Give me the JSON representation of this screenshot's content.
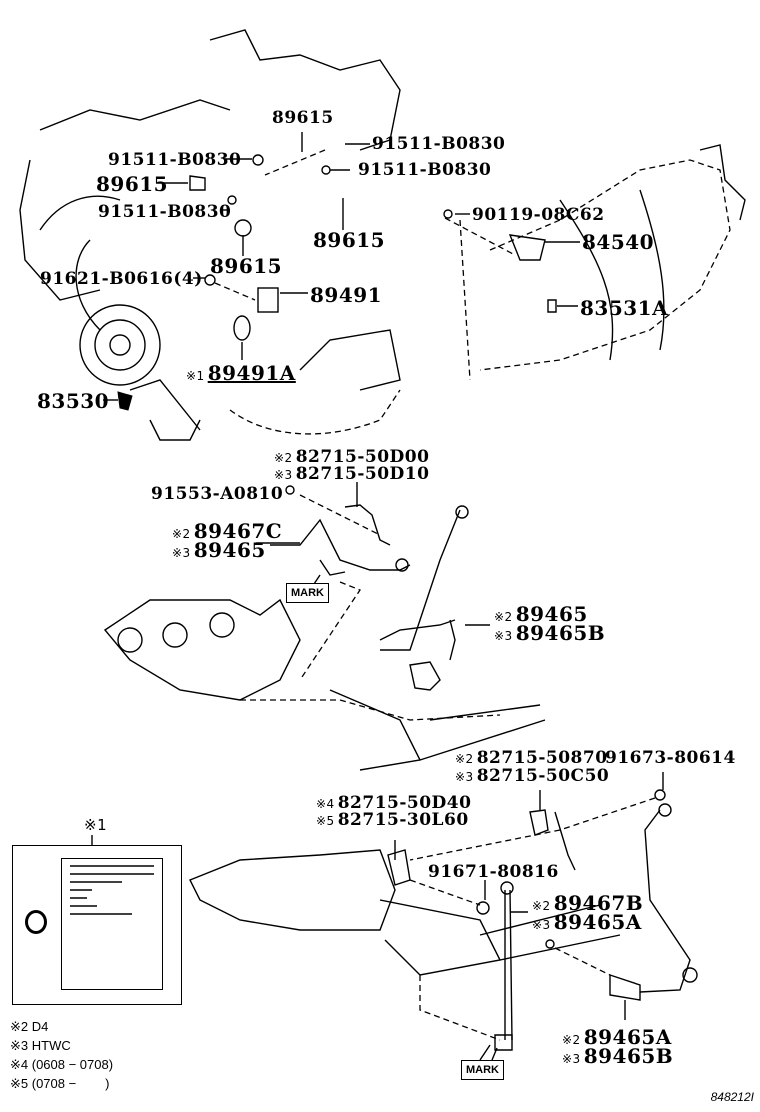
{
  "diagram": {
    "title_code": "848212I",
    "upper_group": {
      "labels": {
        "p89615_top": "89615",
        "bolt_top_right": "91511-B0830",
        "bolt_left_1": "91511-B0830",
        "p89615_left": "89615",
        "bolt_right_2": "91511-B0830",
        "bolt_left_2": "91511-B0830",
        "p89615_right": "89615",
        "p89615_bottom": "89615",
        "bolt_90119": "90119-08C62",
        "p84540": "84540",
        "bolt_91621": "91621-B0616(4)",
        "p89491": "89491",
        "p83531A": "83531A",
        "p89491A_note": "※1",
        "p89491A": "89491A",
        "p83530": "83530"
      }
    },
    "middle_group": {
      "labels": {
        "bracket_note2": "※2",
        "bracket_2": "82715-50D00",
        "bracket_note3": "※3",
        "bracket_3": "82715-50D10",
        "bolt_91553": "91553-A0810",
        "sensor_c_note2": "※2",
        "sensor_c_2": "89467C",
        "sensor_c_note3": "※3",
        "sensor_c_3": "89465",
        "mark": "MARK",
        "sensor_r_note2": "※2",
        "sensor_r_2": "89465",
        "sensor_r_note3": "※3",
        "sensor_r_3": "89465B"
      }
    },
    "lower_group": {
      "labels": {
        "bracket_a_note2": "※2",
        "bracket_a_2": "82715-50870",
        "bolt_91673": "91673-80614",
        "bracket_a_note3": "※3",
        "bracket_a_3": "82715-50C50",
        "bracket_b_note4": "※4",
        "bracket_b_4": "82715-50D40",
        "bracket_b_note5": "※5",
        "bracket_b_5": "82715-30L60",
        "bolt_91671": "91671-80816",
        "sensor_b_note2": "※2",
        "sensor_b_2": "89467B",
        "sensor_b_note3": "※3",
        "sensor_b_3": "89465A",
        "sensor_a_note2": "※2",
        "sensor_a_2": "89465A",
        "sensor_a_note3": "※3",
        "sensor_a_3": "89465B",
        "mark": "MARK"
      }
    },
    "inset": {
      "note": "※1"
    },
    "legend": [
      "※2 D4",
      "※3 HTWC",
      "※4 (0608 − 0708)",
      "※5 (0708 −        )"
    ]
  }
}
